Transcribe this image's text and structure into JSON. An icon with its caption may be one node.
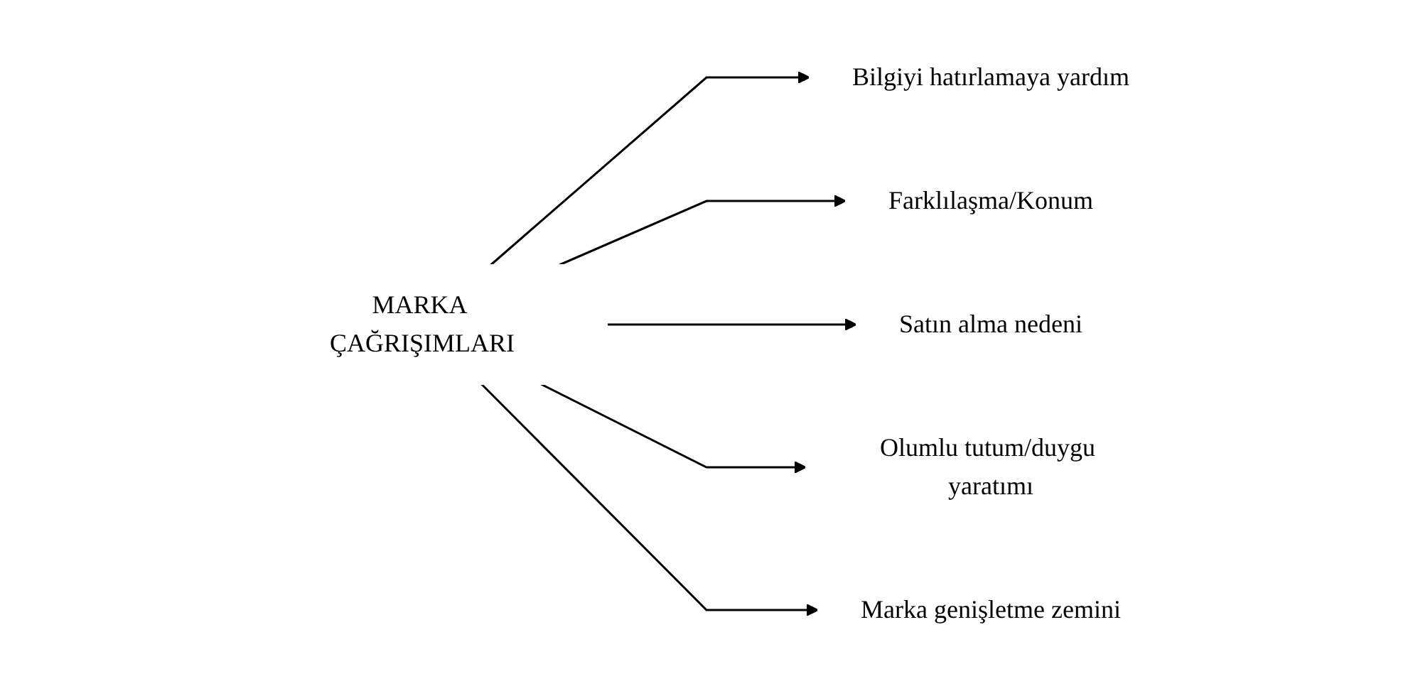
{
  "diagram": {
    "nodes": [
      {
        "text": [
          "MARKA ÇAĞRIŞIMLARI"
        ]
      },
      {
        "text": [
          "Bilgiyi hatırlamaya yardım"
        ]
      },
      {
        "text": [
          "Farklılaşma/Konum"
        ]
      },
      {
        "text": [
          "Satın alma nedeni"
        ]
      },
      {
        "text": [
          "Olumlu tutum/duygu yaratımı"
        ]
      },
      {
        "text": [
          "Marka genişletme zemini"
        ]
      }
    ],
    "edges": [
      {
        "from": 0,
        "to": 1,
        "arrow": "to"
      },
      {
        "from": 0,
        "to": 2,
        "arrow": "to"
      },
      {
        "from": 0,
        "to": 3,
        "arrow": "to"
      },
      {
        "from": 0,
        "to": 4,
        "arrow": "to"
      },
      {
        "from": 0,
        "to": 5,
        "arrow": "to"
      }
    ]
  }
}
